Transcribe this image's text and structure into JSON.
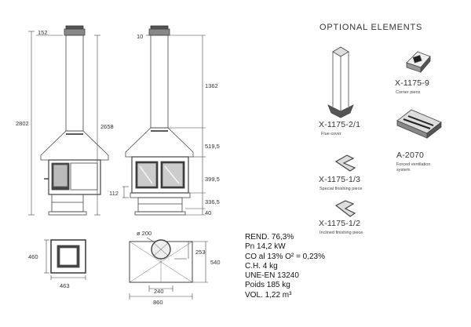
{
  "optional_elements": {
    "title": "OPTIONAL ELEMENTS",
    "items": [
      {
        "code": "X-1175-9",
        "label": "Corner piece"
      },
      {
        "code": "X-1175-2/1",
        "label": "Flue cover"
      },
      {
        "code": "A-2070",
        "label": "Forced ventilation",
        "label2": "system"
      },
      {
        "code": "X-1175-1/3",
        "label": "Special finishing piece"
      },
      {
        "code": "X-1175-1/2",
        "label": "Inclined finishing piece"
      }
    ]
  },
  "front_view": {
    "dims": {
      "top_width": "152",
      "total_height": "2802",
      "body_height": "2658"
    }
  },
  "side_view": {
    "dims": {
      "top": "10",
      "flue": "1362",
      "hood": "519,5",
      "glass": "399,5",
      "base": "336,5",
      "foot": "40",
      "ash": "112"
    }
  },
  "plan_view": {
    "dims": {
      "diameter": "ø 200",
      "depth_offset": "253",
      "depth": "540",
      "center": "240",
      "width": "860"
    }
  },
  "base_view": {
    "dims": {
      "depth": "460",
      "width": "463"
    }
  },
  "specs": [
    "REND. 76,3%",
    "Pn 14,2 kW",
    "CO al 13% O² = 0,23%",
    "C.H. 4 kg",
    "UNE-EN 13240",
    "Poids 185 kg",
    "VOL. 1,22 m³"
  ]
}
